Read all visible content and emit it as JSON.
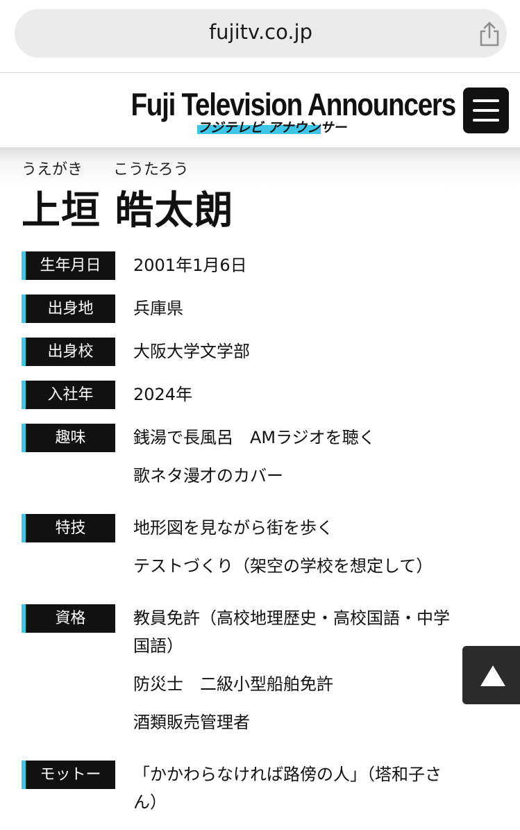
{
  "browser": {
    "url": "fujitv.co.jp"
  },
  "site": {
    "logo_main": "Fuji Television Announcers",
    "logo_sub": "フジテレビ アナウンサー"
  },
  "profile": {
    "ruby_family": "うえがき",
    "ruby_given": "こうたろう",
    "name": "上垣 皓太朗",
    "birthday_label": "生年月日",
    "birthday": "2001年1月6日",
    "hometown_label": "出身地",
    "hometown": "兵庫県",
    "school_label": "出身校",
    "school": "大阪大学文学部",
    "joined_label": "入社年",
    "joined": "2024年",
    "hobby_label": "趣味",
    "hobby_1": "銭湯で長風呂　AMラジオを聴く",
    "hobby_2": "歌ネタ漫才のカバー",
    "skill_label": "特技",
    "skill_1": "地形図を見ながら街を歩く",
    "skill_2": "テストづくり（架空の学校を想定して）",
    "license_label": "資格",
    "license_1a": "教員免許（高校地理歴史・高校国語・中学",
    "license_1b": "国語）",
    "license_2": "防災士　二級小型船舶免許",
    "license_3": "酒類販売管理者",
    "motto_label": "モットー",
    "motto_a": "「かかわらなければ路傍の人」（塔和子さ",
    "motto_b": "ん）"
  },
  "icons": {
    "share": "share-icon",
    "menu": "hamburger-menu-icon",
    "top": "triangle-up-icon"
  },
  "colors": {
    "accent": "#3ec6e8",
    "label_bg": "#111111"
  }
}
